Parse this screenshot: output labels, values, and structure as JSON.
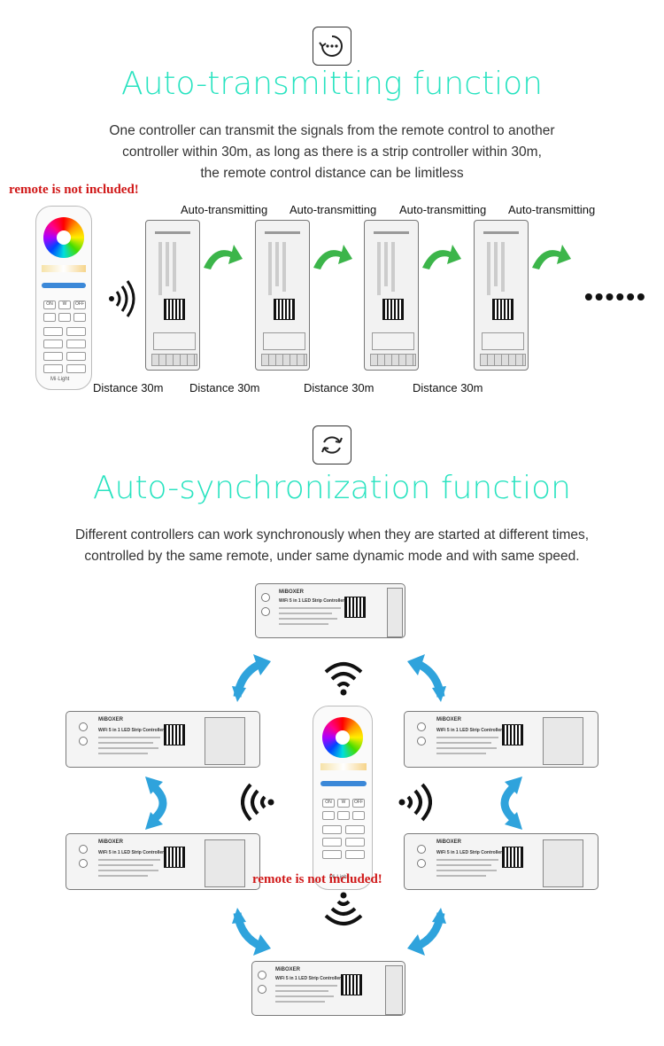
{
  "section1": {
    "title": "Auto-transmitting function",
    "description": [
      "One controller can transmit the signals from the remote control to another",
      "controller within 30m, as long as there is a strip controller within 30m,",
      "the remote control distance can be limitless"
    ],
    "note": "remote is not included!",
    "transmit_labels": [
      "Auto-transmitting",
      "Auto-transmitting",
      "Auto-transmitting",
      "Auto-transmitting"
    ],
    "distance_labels": [
      "Distance 30m",
      "Distance 30m",
      "Distance 30m",
      "Distance 30m"
    ],
    "ellipsis": "••••••",
    "icon": "transmit-icon"
  },
  "section2": {
    "title": "Auto-synchronization function",
    "description": [
      "Different controllers can work synchronously when they are started at different times,",
      "controlled by the same remote, under same dynamic mode and with same speed."
    ],
    "note": "remote is not included!",
    "icon": "sync-icon"
  },
  "device": {
    "brand": "MiBOXER",
    "model": "WiFi 5 in 1 LED Strip Controller",
    "remote_brand": "Mi·Light"
  },
  "colors": {
    "title": "#28e3c0",
    "arrow_green": "#3cb54a",
    "arrow_blue": "#2fa3dc",
    "note_red": "#d01818"
  }
}
